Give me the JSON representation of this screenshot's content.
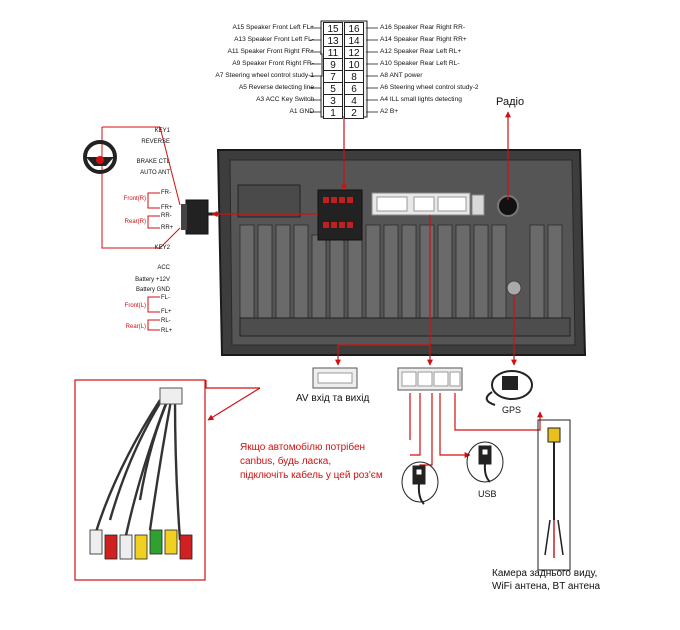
{
  "pinout": {
    "left": [
      {
        "pin": "15",
        "label": "A15 Speaker Front Left FL+"
      },
      {
        "pin": "13",
        "label": "A13 Speaker Front Left FL-"
      },
      {
        "pin": "11",
        "label": "A11 Speaker Front Right FR+"
      },
      {
        "pin": "9",
        "label": "A9 Speaker Front Right FR-"
      },
      {
        "pin": "7",
        "label": "A7 Steering wheel control study-1"
      },
      {
        "pin": "5",
        "label": "A5 Reverse detecting line"
      },
      {
        "pin": "3",
        "label": "A3 ACC Key Switch"
      },
      {
        "pin": "1",
        "label": "A1 GND"
      }
    ],
    "right": [
      {
        "pin": "16",
        "label": "A16 Speaker Rear Right RR-"
      },
      {
        "pin": "14",
        "label": "A14 Speaker Rear Right RR+"
      },
      {
        "pin": "12",
        "label": "A12 Speaker Rear Left RL+"
      },
      {
        "pin": "10",
        "label": "A10 Speaker Rear Left RL-"
      },
      {
        "pin": "8",
        "label": "A8 ANT power"
      },
      {
        "pin": "6",
        "label": "A6 Steering wheel control study-2"
      },
      {
        "pin": "4",
        "label": "A4 ILL small lights detecting"
      },
      {
        "pin": "2",
        "label": "A2 B+"
      }
    ]
  },
  "harness": {
    "top": [
      {
        "label": "KEY1",
        "red": false
      },
      {
        "label": "REVERSE",
        "red": false
      },
      {
        "label": "BRAKE CTL",
        "red": false
      },
      {
        "label": "AUTO ANT",
        "red": false
      }
    ],
    "front_r": {
      "group": "Front(R)",
      "wires": [
        "FR-",
        "FR+"
      ]
    },
    "rear_r": {
      "group": "Rear(R)",
      "wires": [
        "RR-",
        "RR+"
      ]
    },
    "key2": "KEY2",
    "bottom": [
      {
        "label": "ACC"
      },
      {
        "label": "Battery +12V"
      },
      {
        "label": "Battery GND"
      }
    ],
    "front_l": {
      "group": "Front(L)",
      "wires": [
        "FL-",
        "FL+"
      ]
    },
    "rear_l": {
      "group": "Rear(L)",
      "wires": [
        "RL-",
        "RL+"
      ]
    }
  },
  "labels": {
    "radio": "Радіо",
    "av": "AV вхід та вихід",
    "gps": "GPS",
    "usb": "USB",
    "canbus_note": [
      "Якщо автомобілю потрібен",
      "canbus, будь ласка,",
      "підключіть кабель у цей роз'єм"
    ],
    "camera": [
      "Камера заднього виду,",
      "WiFi антена, BT антена"
    ]
  },
  "colors": {
    "accent": "#d01010",
    "unit": "#3d3d3d"
  }
}
